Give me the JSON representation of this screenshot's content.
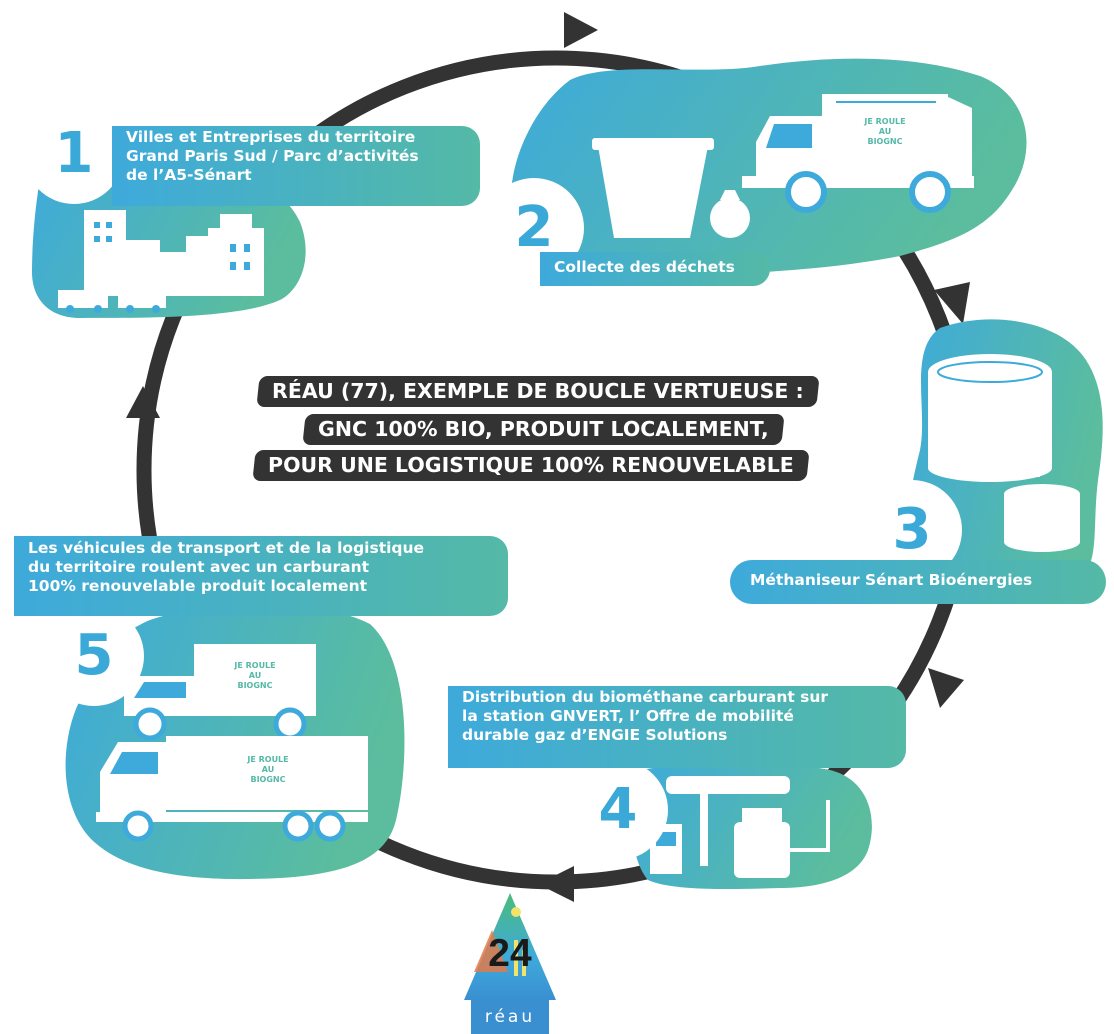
{
  "title": {
    "lines": [
      "RÉAU (77), EXEMPLE DE BOUCLE VERTUEUSE :",
      "GNC 100% BIO, PRODUIT LOCALEMENT,",
      "POUR UNE LOGISTIQUE 100% RENOUVELABLE"
    ]
  },
  "steps": [
    {
      "number": "1",
      "label_lines": [
        "Villes et  Entreprises du territoire",
        "Grand Paris Sud / Parc d’activités",
        "de l’A5-Sénart"
      ],
      "icon": "city-buildings-icon"
    },
    {
      "number": "2",
      "label_lines": [
        "Collecte des déchets"
      ],
      "icon": "garbage-truck-icon",
      "truck_text": [
        "JE ROULE",
        "AU",
        "BIOGNC"
      ]
    },
    {
      "number": "3",
      "label_lines": [
        "Méthaniseur Sénart Bioénergies"
      ],
      "icon": "methanizer-tank-icon"
    },
    {
      "number": "4",
      "label_lines": [
        "Distribution du biométhane carburant sur",
        "la station GNVERT, l’ Offre de mobilité",
        "durable gaz d’ENGIE Solutions"
      ],
      "icon": "fuel-station-icon"
    },
    {
      "number": "5",
      "label_lines": [
        "Les véhicules de transport et de la logistique",
        "du territoire roulent avec un carburant",
        "100% renouvelable produit localement"
      ],
      "icon": "delivery-trucks-icon",
      "truck_text": [
        "JE ROULE",
        "AU",
        "BIOGNC"
      ]
    }
  ],
  "page_number": "24",
  "logo_text": "réau",
  "colors": {
    "gradient_start": "#3eaadb",
    "gradient_end": "#54b9a6",
    "loop": "#333333",
    "title_background": "#333333",
    "number_text": "#3aa9d8"
  }
}
